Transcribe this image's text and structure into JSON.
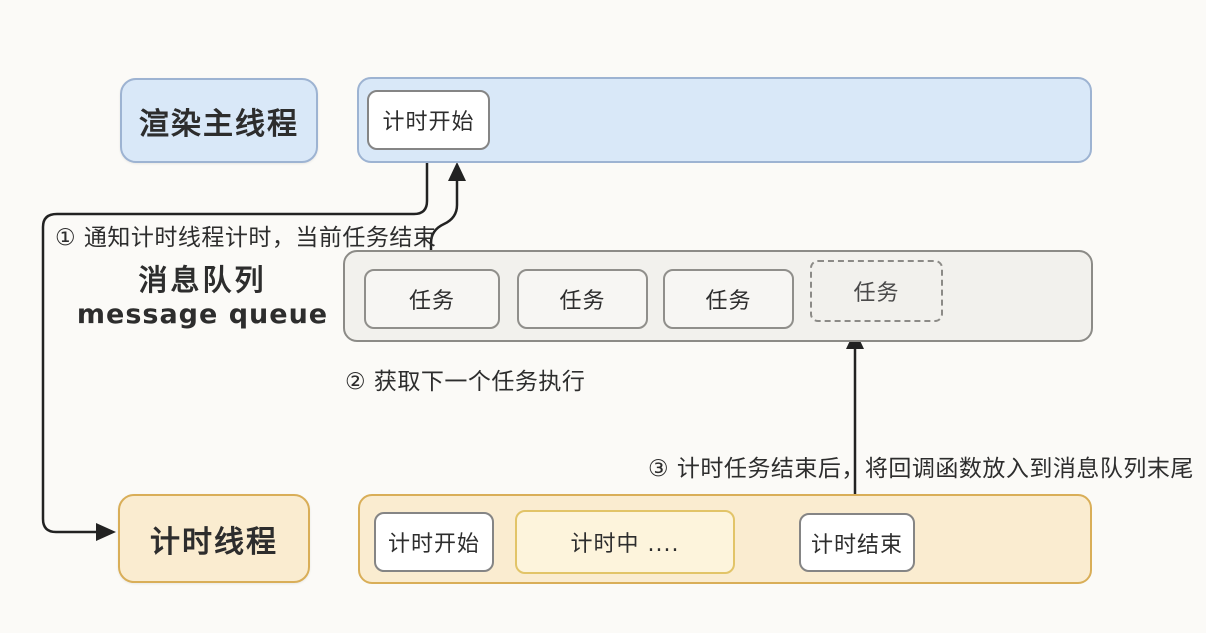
{
  "diagram": {
    "title_semantic": "setTimeout timer thread and message queue flow diagram",
    "render_thread": {
      "label": "渲染主线程"
    },
    "render_lane": {
      "start_box": "计时开始"
    },
    "queue": {
      "label_zh": "消息队列",
      "label_en": "message queue",
      "tasks": [
        {
          "label": "任务",
          "style": "solid"
        },
        {
          "label": "任务",
          "style": "solid"
        },
        {
          "label": "任务",
          "style": "solid"
        },
        {
          "label": "任务",
          "style": "dashed"
        }
      ]
    },
    "timer_thread": {
      "label": "计时线程"
    },
    "timer_lane": {
      "start_box": "计时开始",
      "running_box": "计时中 ....",
      "end_box": "计时结束"
    },
    "steps": [
      {
        "text": "① 通知计时线程计时，当前任务结束"
      },
      {
        "text": "② 获取下一个任务执行"
      },
      {
        "text": "③ 计时任务结束后，将回调函数放入到消息队列末尾"
      }
    ],
    "colors": {
      "background": "#fbfaf7",
      "blue_fill": "#d9e8f8",
      "blue_border": "#9db3d2",
      "gray_fill": "#f2f1ed",
      "gray_border": "#8c8b87",
      "orange_fill": "#faecd0",
      "orange_border": "#d9ae58",
      "line": "#222222"
    }
  }
}
